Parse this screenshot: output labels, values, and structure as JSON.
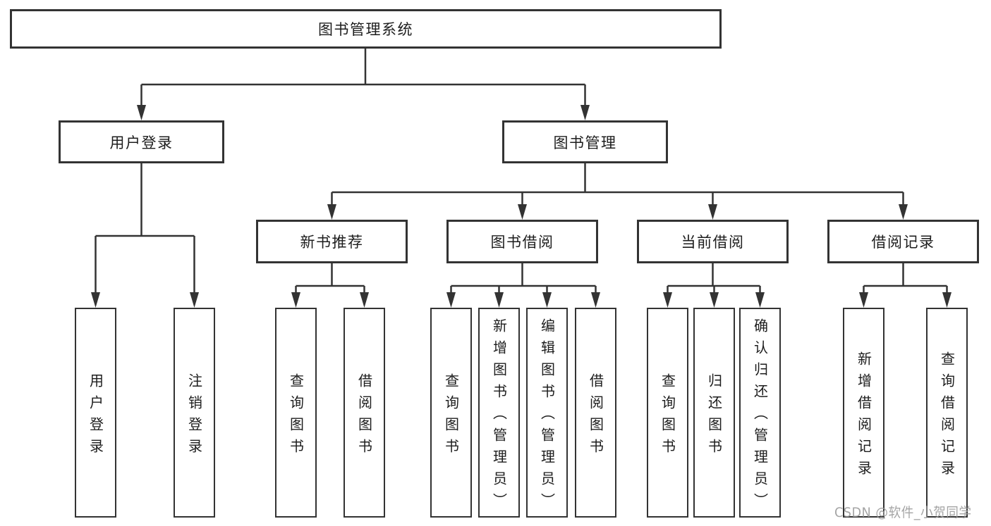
{
  "diagram": {
    "root": "图书管理系统",
    "level1": [
      {
        "label": "用户登录",
        "children": [
          "用户登录",
          "注销登录"
        ]
      },
      {
        "label": "图书管理",
        "sections": [
          {
            "label": "新书推荐",
            "children": [
              "查询图书",
              "借阅图书"
            ]
          },
          {
            "label": "图书借阅",
            "children": [
              "查询图书",
              "新增图书（管理员）",
              "编辑图书（管理员）",
              "借阅图书"
            ]
          },
          {
            "label": "当前借阅",
            "children": [
              "查询图书",
              "归还图书",
              "确认归还（管理员）"
            ]
          },
          {
            "label": "借阅记录",
            "children": [
              "新增借阅记录",
              "查询借阅记录"
            ]
          }
        ]
      }
    ]
  },
  "watermark": "CSDN @软件_小贺同学",
  "colors": {
    "line": "#333333",
    "text": "#1d1d1d",
    "watermark": "#9c9c9c",
    "background": "#ffffff"
  }
}
